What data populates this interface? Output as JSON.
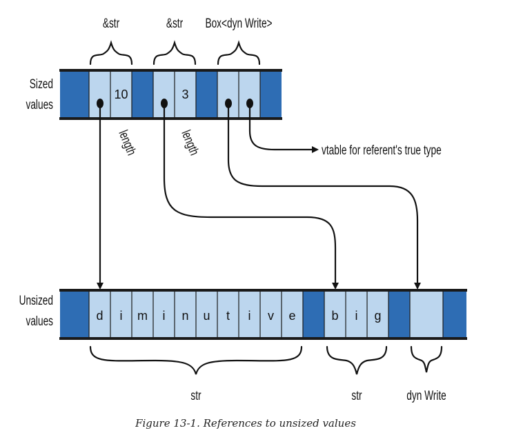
{
  "sized": {
    "row_label": [
      "Sized",
      "values"
    ],
    "labels": {
      "str_ref_1": "&str",
      "str_ref_2": "&str",
      "box_dyn": "Box<dyn Write>"
    },
    "cells": {
      "len_1": "10",
      "len_2": "3"
    },
    "annotations": {
      "length_1": "length",
      "length_2": "length",
      "vtable": "vtable for referent's true type"
    }
  },
  "unsized": {
    "row_label": [
      "Unsized",
      "values"
    ],
    "word_1": [
      "d",
      "i",
      "m",
      "i",
      "n",
      "u",
      "t",
      "i",
      "v",
      "e"
    ],
    "word_2": [
      "b",
      "i",
      "g"
    ],
    "brace_labels": {
      "str_1": "str",
      "str_2": "str",
      "dyn_write": "dyn Write"
    }
  },
  "caption": "Figure 13-1. References to unsized values",
  "colors": {
    "dark_cell": "#2e6db4",
    "light_cell": "#bcd6ee"
  }
}
